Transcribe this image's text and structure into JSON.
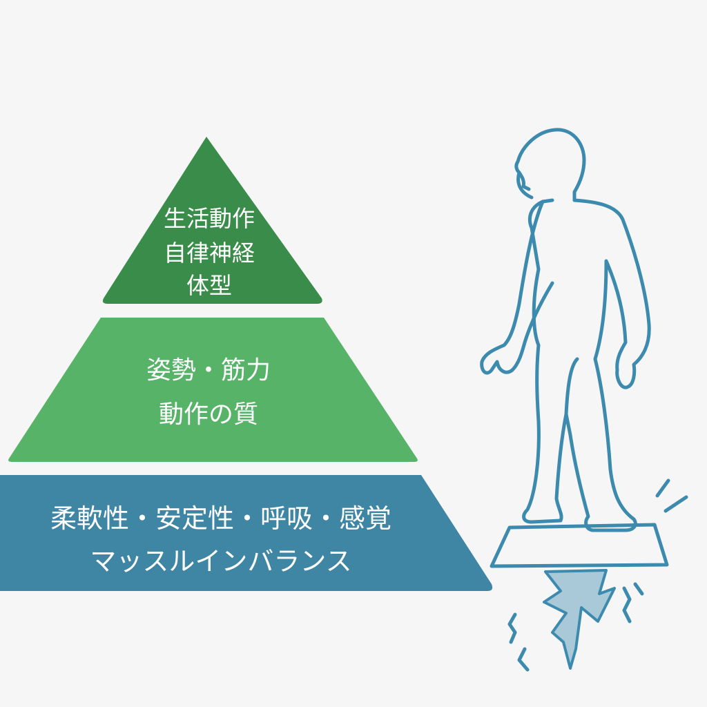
{
  "pyramid": {
    "top": {
      "color": "#3a8c4a",
      "lines": [
        "生活動作",
        "自律神経",
        "体型"
      ]
    },
    "middle": {
      "color": "#56b368",
      "lines": [
        "姿勢・筋力",
        "動作の質"
      ]
    },
    "bottom": {
      "color": "#3f86a4",
      "lines": [
        "柔軟性・安定性・呼吸・感覚",
        "マッスルインバランス"
      ]
    }
  },
  "figure": {
    "stroke_color": "#3c8aae",
    "crack_fill": "#a9c9d8"
  }
}
